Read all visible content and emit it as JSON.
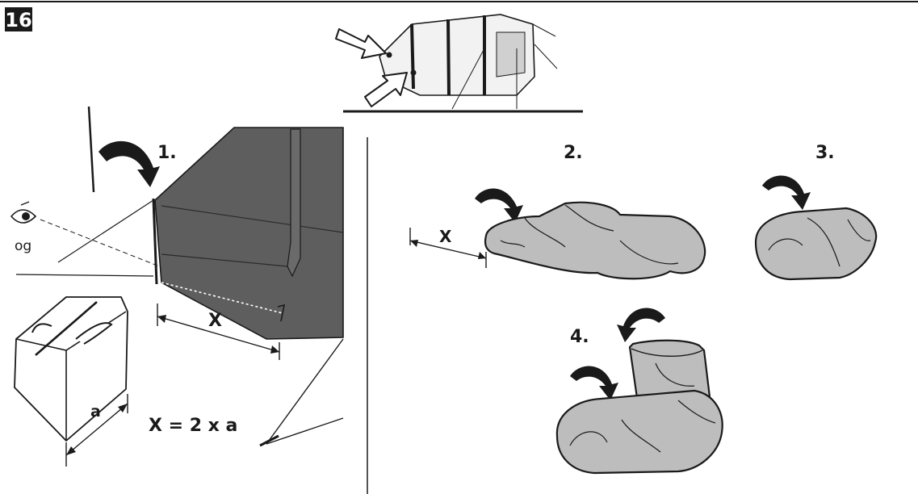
{
  "step_badge": "16",
  "steps": {
    "step1": "1.",
    "step2": "2.",
    "step3": "3.",
    "step4": "4."
  },
  "labels": {
    "eye_label": "og",
    "distance_x": "X",
    "distance_x_fold": "X",
    "bag_width": "a",
    "formula": "X = 2 x a"
  },
  "colors": {
    "ink": "#1a1a1a",
    "tent_fill": "#5e5e5e",
    "fold_fill": "#bdbdbd",
    "paper": "#ffffff"
  },
  "icons": {
    "eye": "eye-icon",
    "curved_arrow": "curved-arrow-icon",
    "pointer_arrow": "pointer-arrow-icon"
  }
}
